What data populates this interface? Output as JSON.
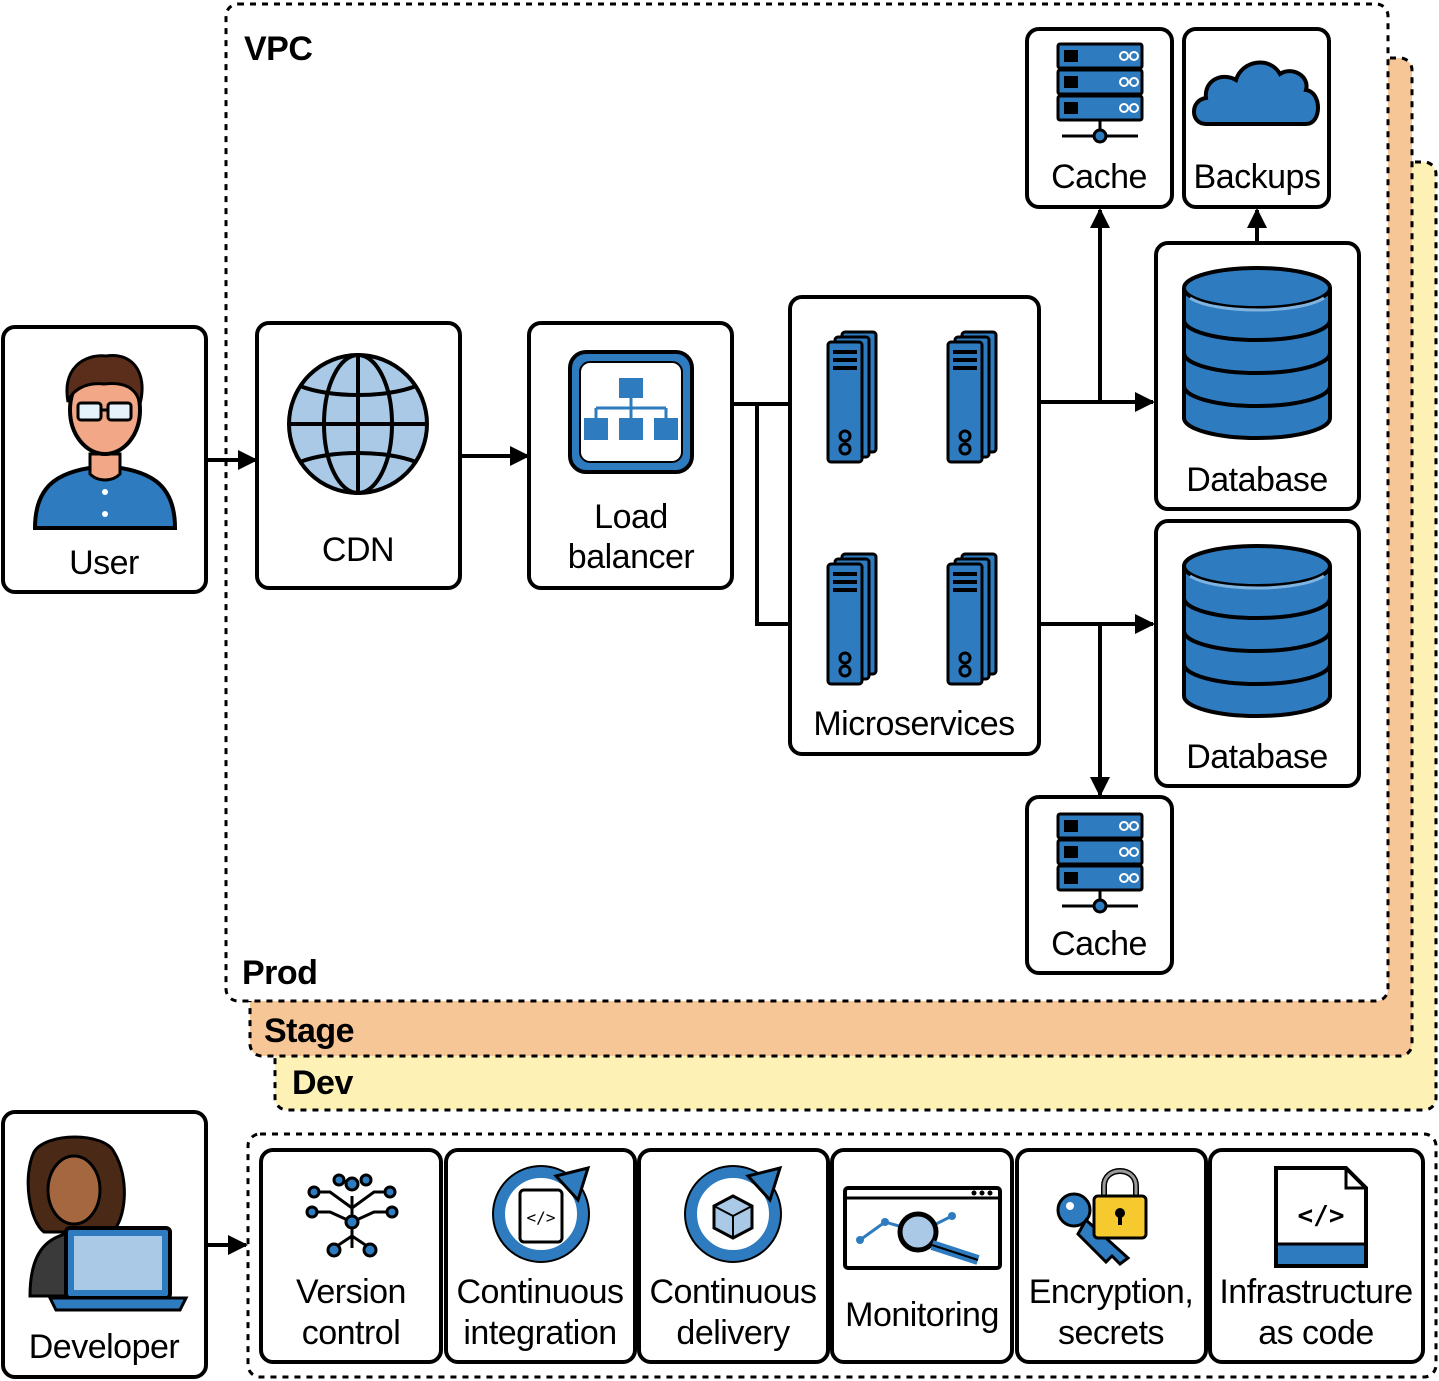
{
  "regions": {
    "vpc": "VPC",
    "prod": "Prod",
    "stage": "Stage",
    "dev": "Dev"
  },
  "nodes": {
    "user": "User",
    "cdn": "CDN",
    "load_balancer": [
      "Load",
      "balancer"
    ],
    "microservices": "Microservices",
    "cache_top": "Cache",
    "backups": "Backups",
    "database_top": "Database",
    "database_bottom": "Database",
    "cache_bottom": "Cache",
    "developer": "Developer"
  },
  "tools": [
    {
      "lines": [
        "Version",
        "control"
      ],
      "icon": "version-control-icon"
    },
    {
      "lines": [
        "Continuous",
        "integration"
      ],
      "icon": "continuous-integration-icon"
    },
    {
      "lines": [
        "Continuous",
        "delivery"
      ],
      "icon": "continuous-delivery-icon"
    },
    {
      "lines": [
        "Monitoring"
      ],
      "icon": "monitoring-icon"
    },
    {
      "lines": [
        "Encryption,",
        "secrets"
      ],
      "icon": "encryption-secrets-icon"
    },
    {
      "lines": [
        "Infrastructure",
        "as code"
      ],
      "icon": "infrastructure-as-code-icon"
    }
  ],
  "colors": {
    "icon_blue": "#2e7bbf",
    "stage_fill": "#f7c697",
    "dev_fill": "#fdf1b5",
    "outline": "#000000"
  }
}
